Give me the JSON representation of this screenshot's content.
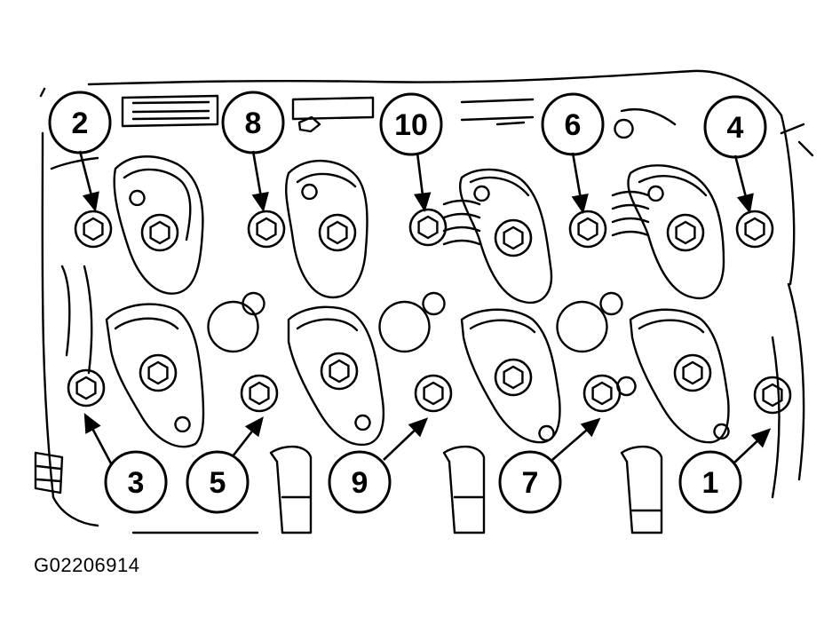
{
  "figure": {
    "id_label": "G02206914"
  },
  "callouts": [
    {
      "label": "1"
    },
    {
      "label": "2"
    },
    {
      "label": "3"
    },
    {
      "label": "4"
    },
    {
      "label": "5"
    },
    {
      "label": "6"
    },
    {
      "label": "7"
    },
    {
      "label": "8"
    },
    {
      "label": "9"
    },
    {
      "label": "10"
    }
  ],
  "colors": {
    "line": "#000000",
    "background": "#ffffff"
  }
}
